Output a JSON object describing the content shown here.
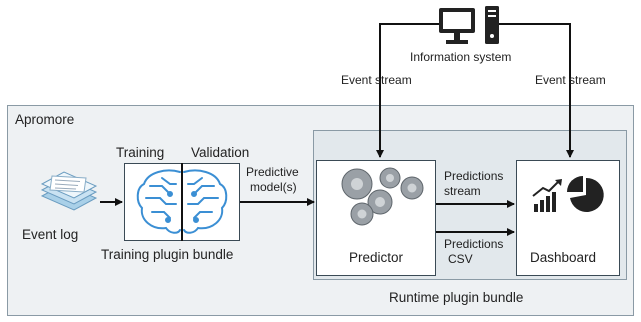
{
  "diagram": {
    "outer_label": "Apromore",
    "info_system_label": "Information system",
    "event_stream_left": "Event stream",
    "event_stream_right": "Event stream",
    "training_label": "Training",
    "validation_label": "Validation",
    "predictive_model_line1": "Predictive",
    "predictive_model_line2": "model(s)",
    "event_log_label": "Event log",
    "training_bundle_label": "Training plugin bundle",
    "predictor_label": "Predictor",
    "dashboard_label": "Dashboard",
    "predictions_stream_line1": "Predictions",
    "predictions_stream_line2": "stream",
    "predictions_csv_line1": "Predictions",
    "predictions_csv_line2": "CSV",
    "runtime_bundle_label": "Runtime plugin bundle"
  },
  "colors": {
    "outer_fill": "#eef1f3",
    "runtime_fill": "#e2e8ec",
    "brain_blue": "#3b8fd4",
    "arrow": "#111111",
    "icon_dark": "#222222"
  }
}
